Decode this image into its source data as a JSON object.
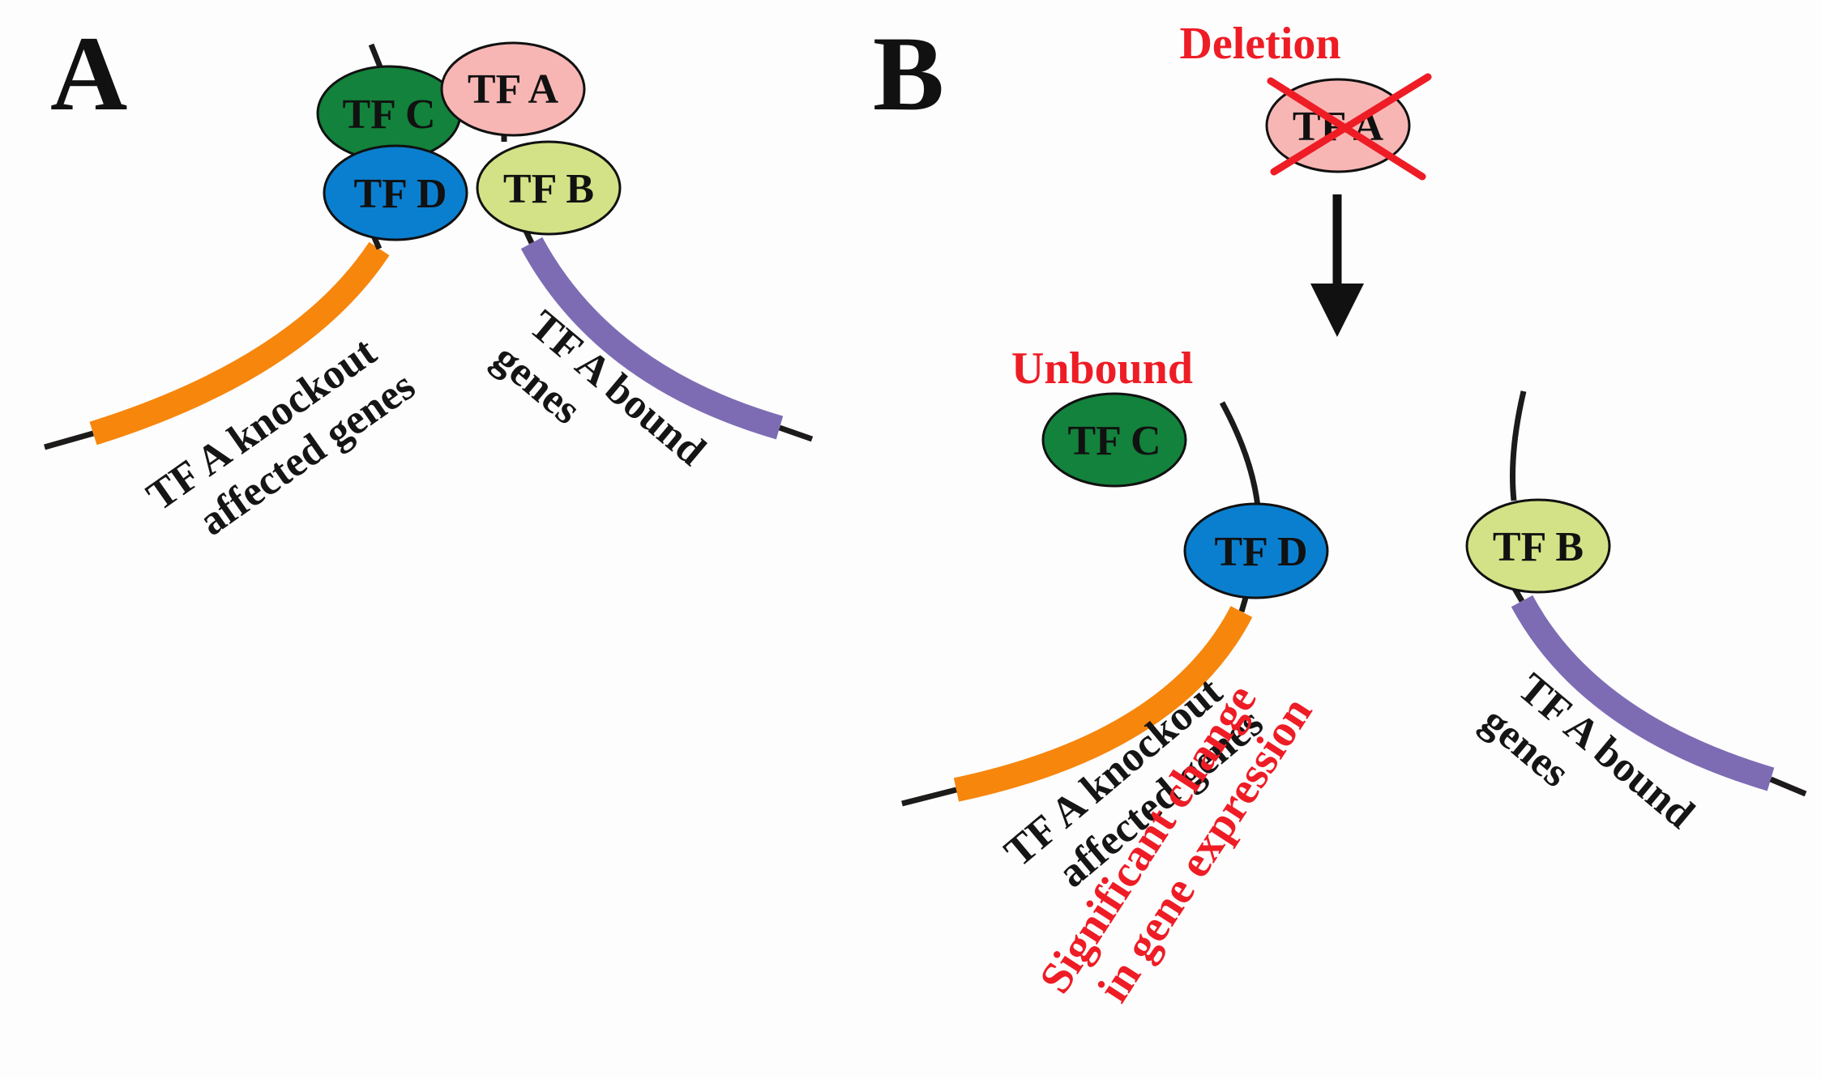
{
  "panels": {
    "a": {
      "letter": "A",
      "factors": {
        "c": "TF C",
        "a": "TF A",
        "d": "TF D",
        "b": "TF B"
      },
      "knockout_genes": {
        "line1": "TF A knockout",
        "line2": "affected genes"
      },
      "bound_genes": {
        "line1": "TF A bound",
        "line2": "genes"
      }
    },
    "b": {
      "letter": "B",
      "deletion_label": "Deletion",
      "deleted_factor": "TF A",
      "unbound_label": "Unbound",
      "factors": {
        "c": "TF C",
        "d": "TF D",
        "b": "TF B"
      },
      "knockout_genes": {
        "line1": "TF A knockout",
        "line2": "affected genes"
      },
      "change_note": {
        "line1": "Significant change",
        "line2": "in gene expression"
      },
      "bound_genes": {
        "line1": "TF A bound",
        "line2": "genes"
      }
    }
  },
  "colors": {
    "tf_a": "#f7b6b4",
    "tf_b": "#d3e286",
    "tf_c": "#13823c",
    "tf_d": "#0b7fcf",
    "knockout_gene": "#f7860d",
    "bound_gene": "#7d6cb4",
    "dna": "#1d1a1a",
    "emphasis": "#ee1c25"
  }
}
